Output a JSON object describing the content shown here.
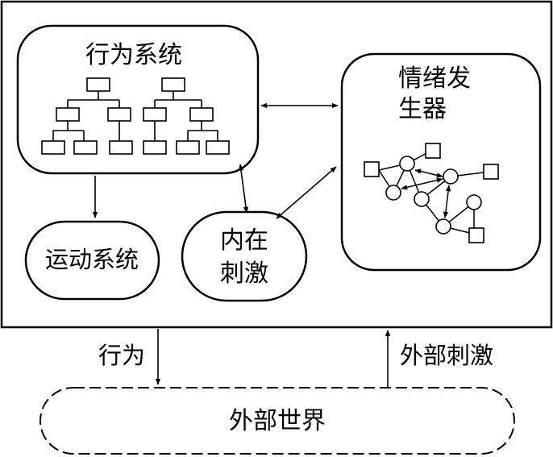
{
  "nodes": {
    "behavior_system": "行为系统",
    "emotion_generator_line1": "情绪发",
    "emotion_generator_line2": "生器",
    "motor_system": "运动系统",
    "internal_stimulus_line1": "内在",
    "internal_stimulus_line2": "刺激",
    "external_world": "外部世界"
  },
  "edges": {
    "behavior": "行为",
    "external_stimulus": "外部刺激"
  },
  "colors": {
    "stroke": "#000000",
    "background": "#ffffff"
  }
}
